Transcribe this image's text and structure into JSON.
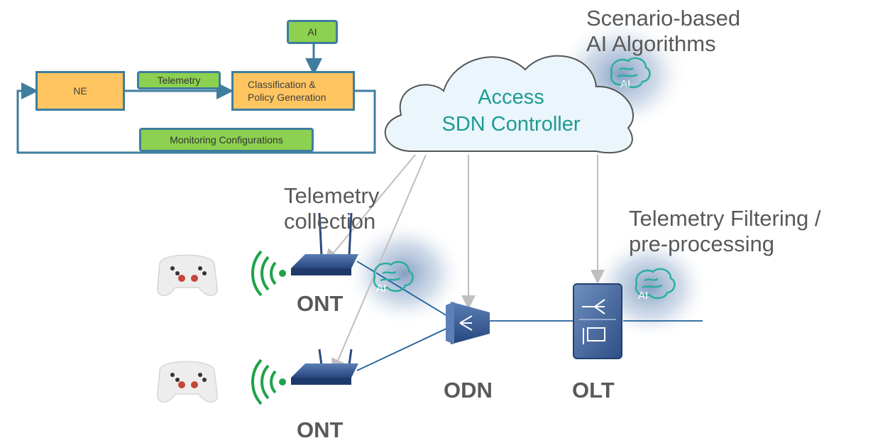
{
  "flow": {
    "ai_label": "AI",
    "ne_label": "NE",
    "telemetry_label": "Telemetry",
    "classification_label_1": "Classification &",
    "classification_label_2": "Policy Generation",
    "monitoring_label": "Monitoring Configurations"
  },
  "cloud": {
    "line1": "Access",
    "line2": "SDN Controller"
  },
  "annotations": {
    "scenario_1": "Scenario-based",
    "scenario_2": "AI Algorithms",
    "telemetry_collection_1": "Telemetry",
    "telemetry_collection_2": "collection",
    "filtering_1": "Telemetry Filtering /",
    "filtering_2": "pre-processing"
  },
  "devices": {
    "ont_top": "ONT",
    "ont_bottom": "ONT",
    "odn": "ODN",
    "olt": "OLT"
  },
  "ai_badge": "AI",
  "colors": {
    "box_orange": "#FFC561",
    "box_green": "#8CD14F",
    "box_border": "#3F7D9E",
    "cloud_fill": "#EAF6FC",
    "cloud_text": "#1E9A94",
    "link_blue": "#1F5F99",
    "arrow_gray": "#BFBFBF",
    "wifi_green": "#1FA34A",
    "brain_teal": "#2BAE9E"
  }
}
